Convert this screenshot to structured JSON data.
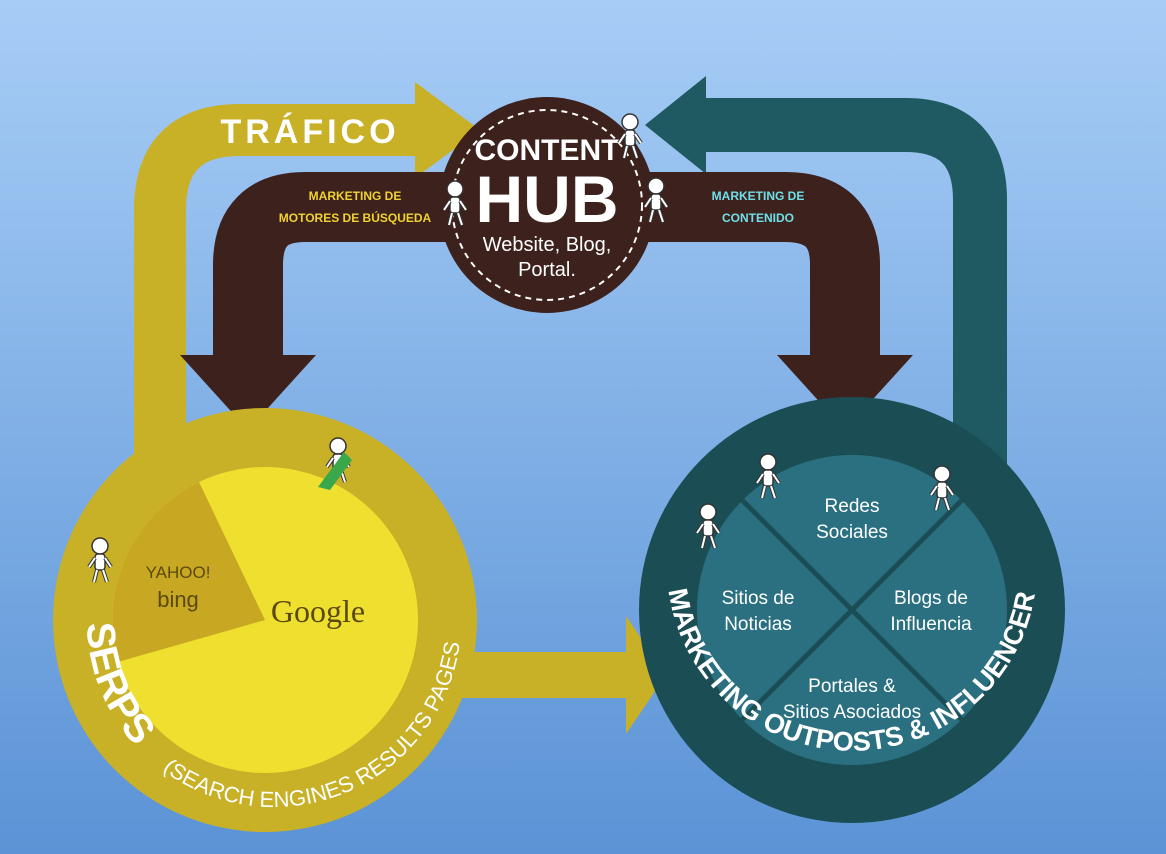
{
  "colors": {
    "bg_top": "#a7cdf6",
    "bg_bottom": "#5b93d6",
    "gold": "#c8b027",
    "gold_dark": "#a6921f",
    "yellow": "#efdf2f",
    "yellow_light": "#f6e94a",
    "teal": "#1f5962",
    "teal_ring": "#1b4d55",
    "teal_inner": "#2a7080",
    "brown": "#3d211c",
    "white": "#ffffff",
    "label_yellow": "#f0d233",
    "label_cyan": "#6fe0e8"
  },
  "hub": {
    "line1": "CONTENT",
    "line2": "HUB",
    "line3": "Website, Blog,",
    "line4": "Portal."
  },
  "trafico": "TRÁFICO",
  "left_label": {
    "line1": "MARKETING DE",
    "line2": "MOTORES DE BÚSQUEDA"
  },
  "right_label": {
    "line1": "MARKETING DE",
    "line2": "CONTENIDO"
  },
  "serps": {
    "logos": {
      "yahoo": "YAHOO!",
      "bing": "bing",
      "google": "Google"
    },
    "title": "SERPS",
    "subtitle": "(SEARCH ENGINES RESULTS PAGES)"
  },
  "outposts": {
    "quadrants": {
      "top": {
        "l1": "Redes",
        "l2": "Sociales"
      },
      "left": {
        "l1": "Sitios de",
        "l2": "Noticias"
      },
      "right": {
        "l1": "Blogs de",
        "l2": "Influencia"
      },
      "bottom": {
        "l1": "Portales &",
        "l2": "Sitios Asociados"
      }
    },
    "title": "MARKETING OUTPOSTS & INFLUENCER WEBSITES"
  },
  "icons": [
    "person-walking-icon",
    "person-standing-icon",
    "growth-arrow-icon"
  ]
}
